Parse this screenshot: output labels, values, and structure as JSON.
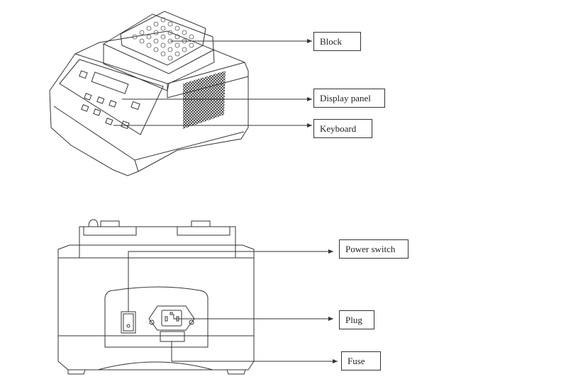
{
  "figure": {
    "top_view": {
      "name": "instrument-perspective-view",
      "labels": [
        {
          "id": "block",
          "text": "Block"
        },
        {
          "id": "display-panel",
          "text": "Display panel"
        },
        {
          "id": "keyboard",
          "text": "Keyboard"
        }
      ]
    },
    "rear_view": {
      "name": "instrument-rear-view",
      "labels": [
        {
          "id": "power-switch",
          "text": "Power switch"
        },
        {
          "id": "plug",
          "text": "Plug"
        },
        {
          "id": "fuse",
          "text": "Fuse"
        }
      ]
    }
  },
  "colors": {
    "line": "#333333",
    "background": "#ffffff"
  }
}
